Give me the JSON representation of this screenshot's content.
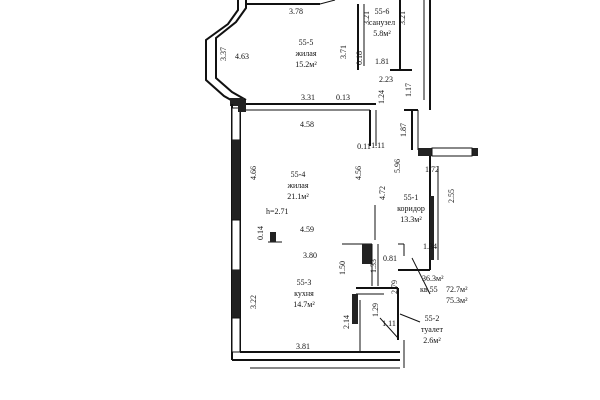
{
  "rooms": {
    "r55_5": {
      "id": "55-5",
      "name": "жилая",
      "area": "15.2м²"
    },
    "r55_6": {
      "id": "55-6",
      "name": "санузел",
      "area": "5.8м²"
    },
    "r55_4": {
      "id": "55-4",
      "name": "жилая",
      "area": "21.1м²"
    },
    "r55_1": {
      "id": "55-1",
      "name": "коридор",
      "area": "13.3м²"
    },
    "r55_3": {
      "id": "55-3",
      "name": "кухня",
      "area": "14.7м²"
    },
    "r55_2": {
      "id": "55-2",
      "name": "туалет",
      "area": "2.6м²"
    }
  },
  "summary": {
    "area_1": "36.3м²",
    "apartment": "кв.55",
    "area_2": "72.7м²",
    "area_3": "75.3м²"
  },
  "ceiling_height": "h=2.71",
  "dimensions": {
    "d3_78": "3.78",
    "d3_21a": "3.21",
    "d3_21b": "3.21",
    "d3_37": "3.37",
    "d4_63": "4.63",
    "d3_71": "3.71",
    "d0_18": "0.18",
    "d1_81": "1.81",
    "d2_23": "2.23",
    "d1_24": "1.24",
    "d1_17": "1.17",
    "d3_31": "3.31",
    "d0_13": "0.13",
    "d4_58": "4.58",
    "d1_87": "1.87",
    "d0_11": "0.11",
    "d1_11": "1.11",
    "d5_96": "5.96",
    "d1_72": "1.72",
    "d4_66": "4.66",
    "d4_56": "4.56",
    "d4_72": "4.72",
    "d2_55": "2.55",
    "d0_14": "0.14",
    "d4_59": "4.59",
    "d1_34": "1.34",
    "d3_80": "3.80",
    "d1_50": "1.50",
    "d1_33": "1.33",
    "d0_81": "0.81",
    "d3_22": "3.22",
    "d2_79": "2.79",
    "d1_29": "1.29",
    "d2_14": "2.14",
    "d1_11b": "1.11",
    "d3_81": "3.81"
  }
}
